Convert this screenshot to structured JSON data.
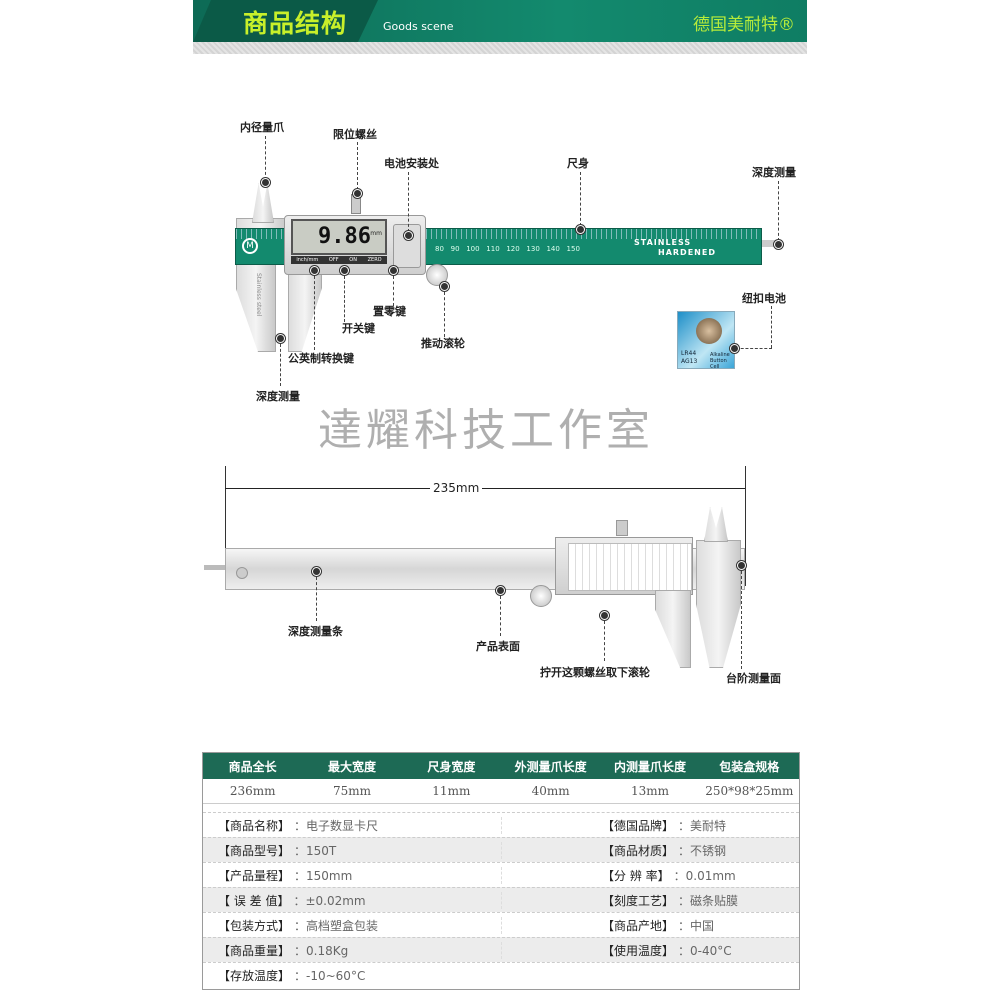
{
  "header": {
    "title": "商品结构",
    "subtitle": "Goods scene",
    "brand": "德国美耐特®"
  },
  "watermark": "達耀科技工作室",
  "diagram_top": {
    "labels": {
      "inner_jaw": "内径量爪",
      "limit_screw": "限位螺丝",
      "battery_slot": "电池安装处",
      "ruler_body": "尺身",
      "depth_right": "深度测量",
      "zero_key": "置零键",
      "power_key": "开关键",
      "thumb_wheel": "推动滚轮",
      "unit_key": "公英制转换键",
      "depth_left": "深度测量",
      "button_battery": "纽扣电池"
    },
    "lcd_reading": "9.86",
    "lcd_unit": "mm",
    "lcd_buttons": [
      "inch/mm",
      "OFF",
      "ON",
      "ZERO"
    ],
    "beam_text": [
      "STAINLESS",
      "HARDENED"
    ],
    "jaw_text": "Stainless steel",
    "scale_labels": [
      "80",
      "90",
      "100",
      "110",
      "120",
      "130",
      "140",
      "150"
    ],
    "battery_text": {
      "model": "LR44\nAG13",
      "type": "Alkaline Button Cell"
    }
  },
  "diagram_bottom": {
    "dimension": "235mm",
    "labels": {
      "depth_bar": "深度测量条",
      "surface": "产品表面",
      "screw": "拧开这颗螺丝取下滚轮",
      "step_face": "台阶测量面"
    }
  },
  "spec_table": {
    "headers": [
      "商品全长",
      "最大宽度",
      "尺身宽度",
      "外测量爪长度",
      "内测量爪长度",
      "包装盒规格"
    ],
    "values": [
      "236mm",
      "75mm",
      "11mm",
      "40mm",
      "13mm",
      "250*98*25mm"
    ]
  },
  "info_rows": [
    [
      {
        "k": "【商品名称】",
        "v": "：电子数显卡尺"
      },
      {
        "k": "【德国品牌】",
        "v": "：美耐特"
      }
    ],
    [
      {
        "k": "【商品型号】",
        "v": "：150T"
      },
      {
        "k": "【商品材质】",
        "v": "：不锈钢"
      }
    ],
    [
      {
        "k": "【产品量程】",
        "v": "：150mm"
      },
      {
        "k": "【分 辨 率】",
        "v": "：0.01mm"
      }
    ],
    [
      {
        "k": "【 误 差 值】",
        "v": "：±0.02mm"
      },
      {
        "k": "【刻度工艺】",
        "v": "：磁条贴膜"
      }
    ],
    [
      {
        "k": "【包装方式】",
        "v": "：高档塑盒包装"
      },
      {
        "k": "【商品产地】",
        "v": "：中国"
      }
    ],
    [
      {
        "k": "【商品重量】",
        "v": "：0.18Kg"
      },
      {
        "k": "【使用温度】",
        "v": "：0-40°C"
      }
    ],
    [
      {
        "k": "【存放温度】",
        "v": "：-10~60°C"
      },
      {
        "k": "",
        "v": ""
      }
    ]
  ],
  "colors": {
    "banner": "#138a6e",
    "title": "#c8f02a",
    "table_header": "#1d6a55"
  }
}
